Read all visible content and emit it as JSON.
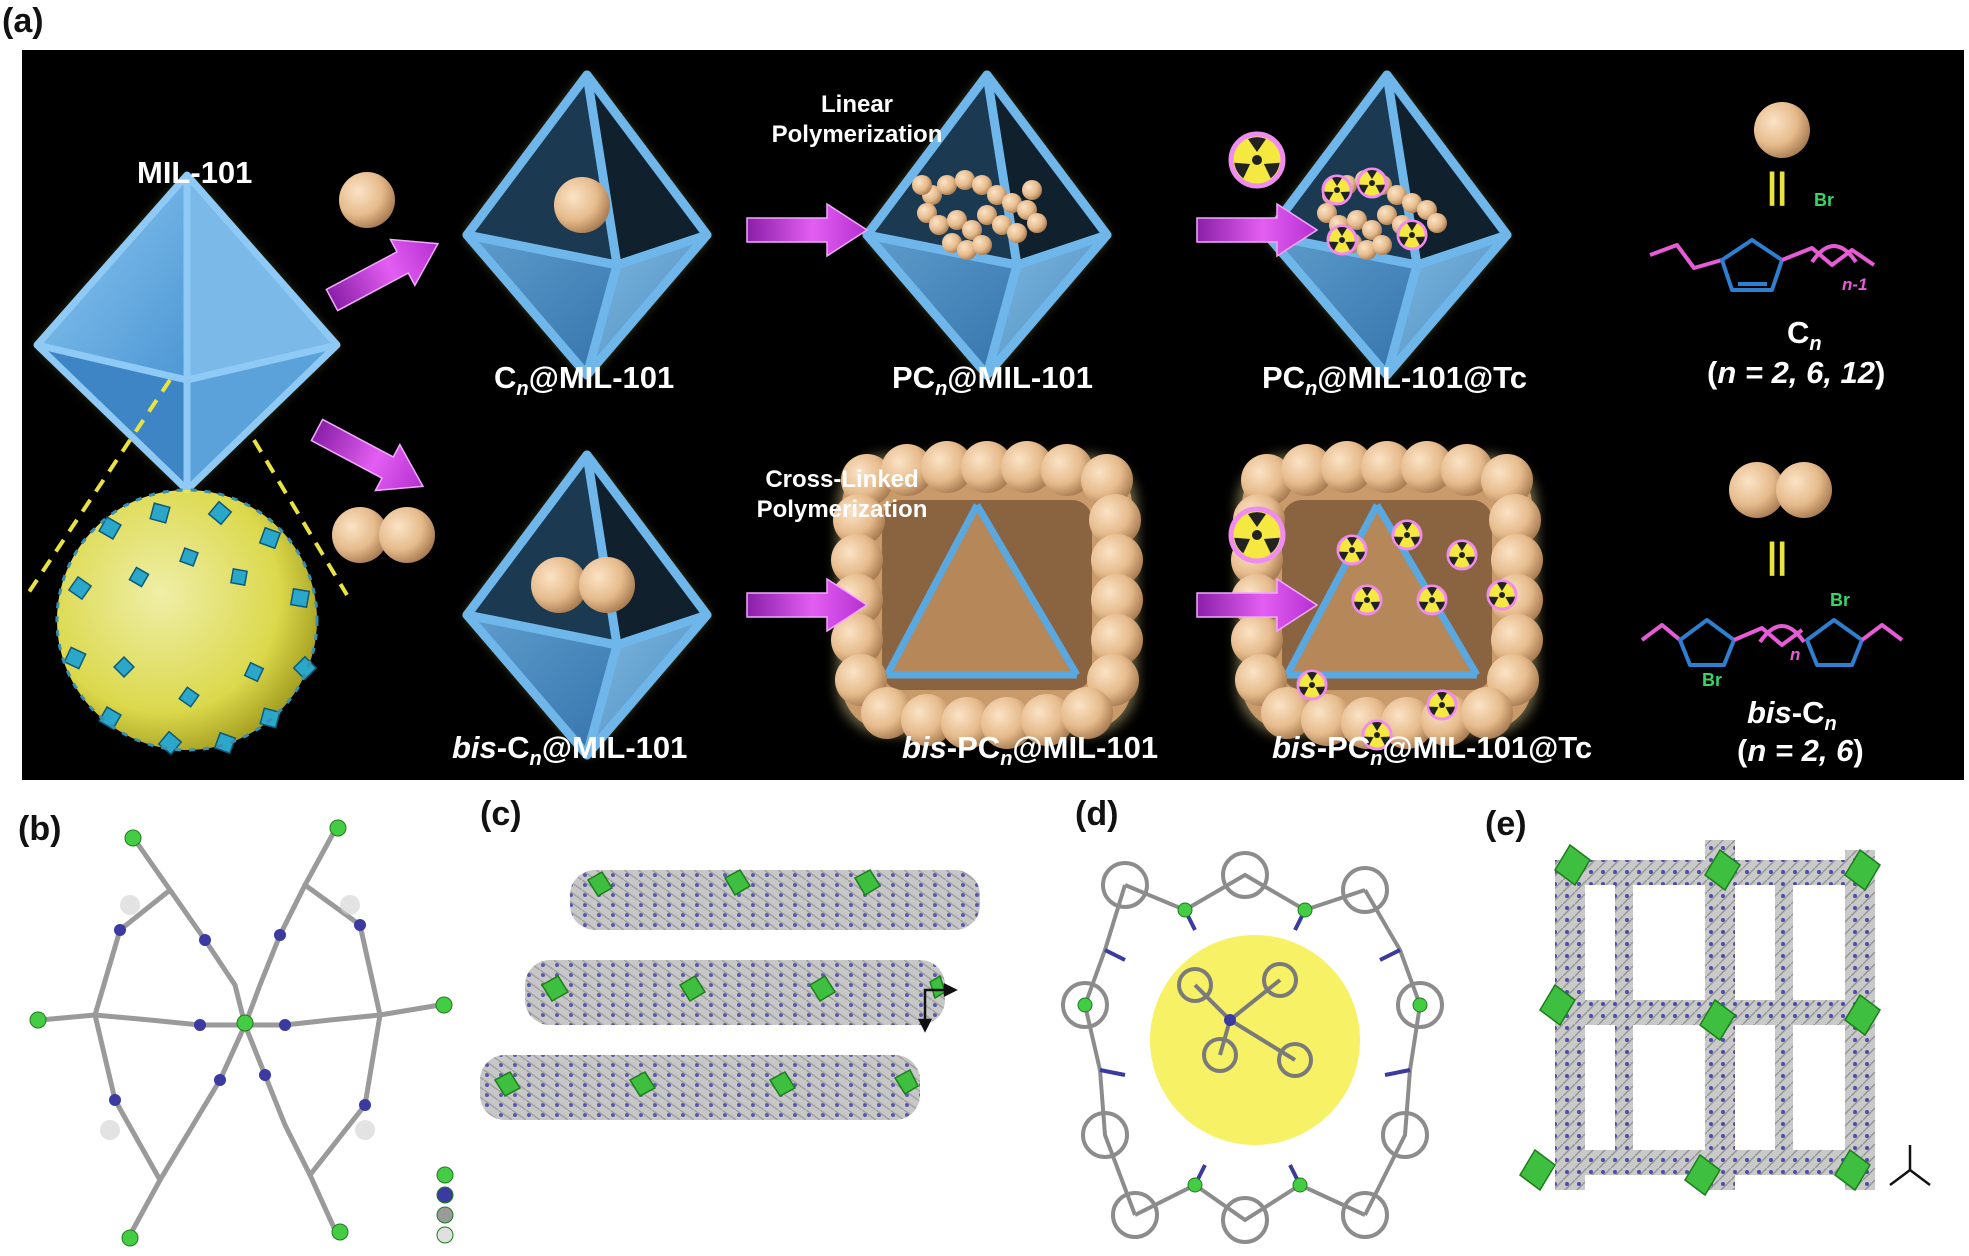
{
  "panels": {
    "a": "(a)",
    "b": "(b)",
    "c": "(c)",
    "d": "(d)",
    "e": "(e)"
  },
  "scheme": {
    "mil": "MIL-101",
    "linear_1": "Linear",
    "linear_2": "Polymerization",
    "cross_1": "Cross-Linked",
    "cross_2": "Polymerization",
    "c_prefix": "C",
    "sub_n": "n",
    "mil_suffix": "@MIL-101",
    "pc_prefix": "PC",
    "tc_suffix": "@MIL-101@Tc",
    "bis": "bis",
    "dash": "-",
    "equals": "||",
    "n_values_mono": "= 2, 6, 12",
    "n_values_bis": "= 2, 6",
    "chain_label": "n-1",
    "br": "Br"
  },
  "colors": {
    "frame_blue": "#5aa8e0",
    "arrow_magenta": "#c23ad9",
    "sphere_tan": "#e8c39a",
    "glow_yellow": "#f4f48a",
    "monomer_pink": "#e85bd6",
    "monomer_blue": "#2f7fd1",
    "bromide_green": "#3ad468"
  }
}
